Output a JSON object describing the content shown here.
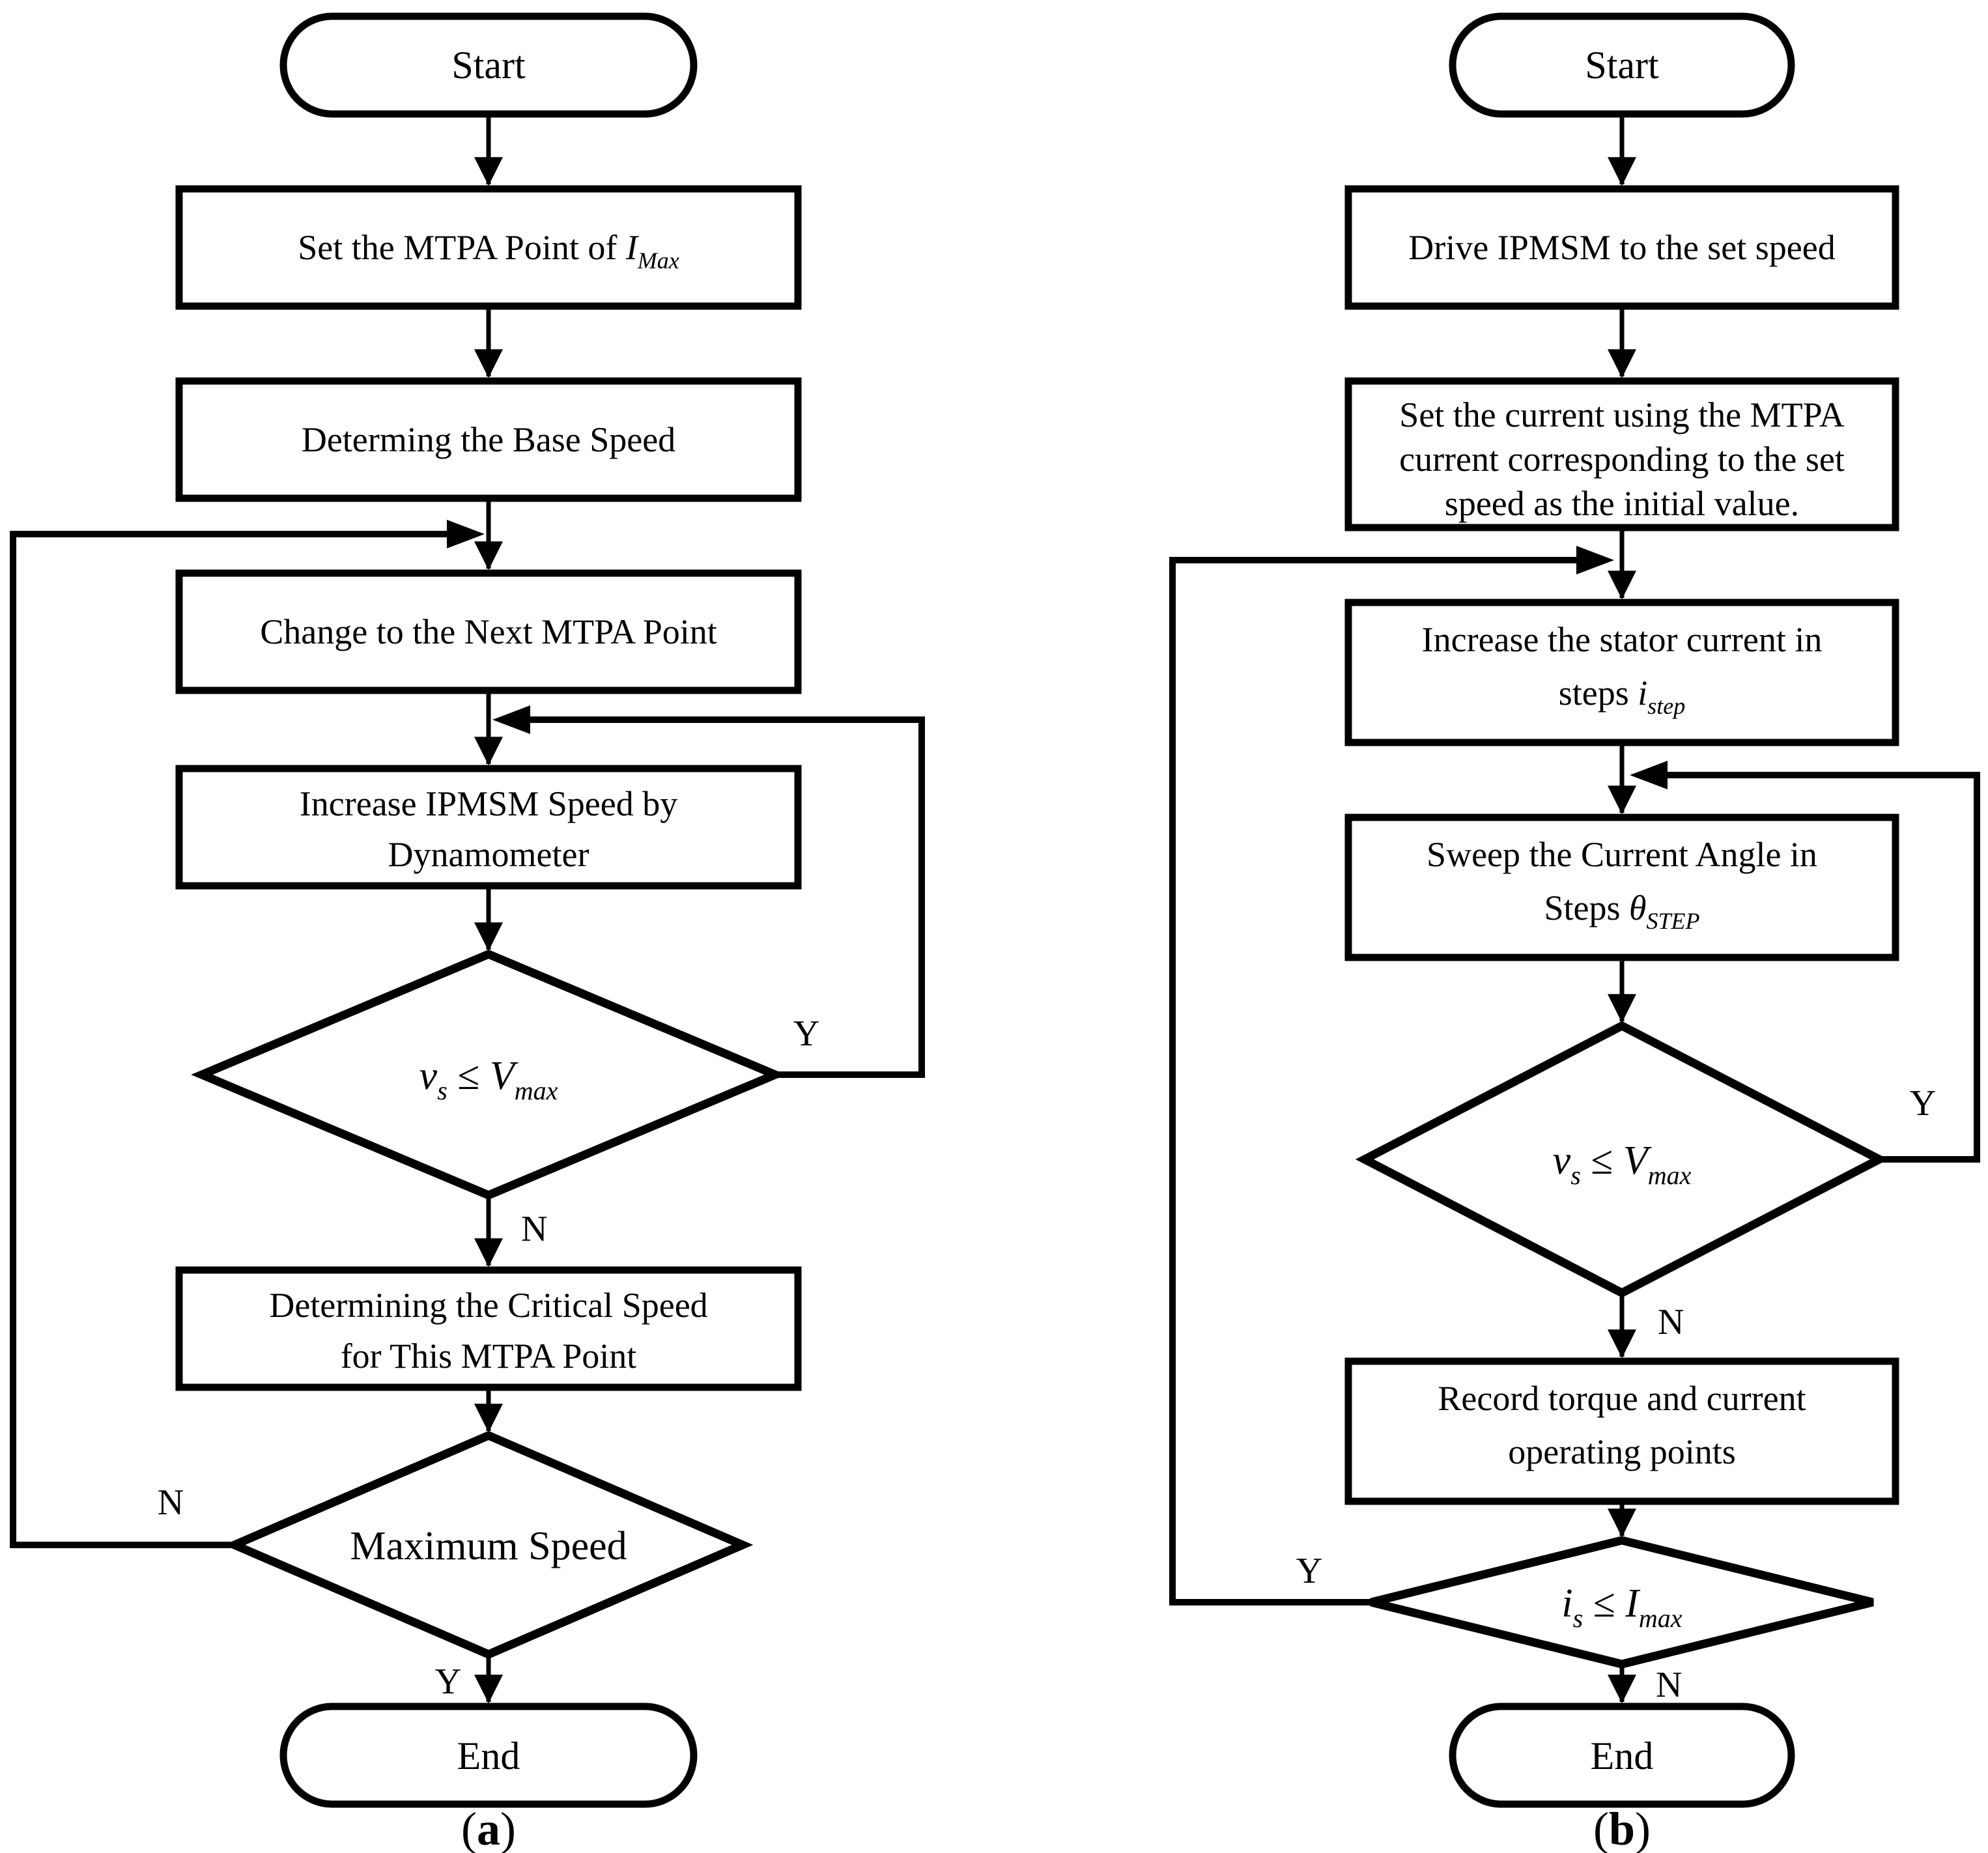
{
  "figure": {
    "panel_a": {
      "caption": {
        "open": "(",
        "letter": "a",
        "close": ")"
      },
      "terminals": {
        "start": "Start",
        "end": "End"
      },
      "edge_labels": {
        "yes": "Y",
        "no": "N"
      },
      "nodes": {
        "set_mtpa": {
          "text": "Set the MTPA Point of ",
          "var": "I",
          "sub": "Max"
        },
        "base_speed": "Determing the Base Speed",
        "next_mtpa": "Change to the Next MTPA Point",
        "increase_speed": {
          "line1": "Increase IPMSM Speed by",
          "line2": "Dynamometer"
        },
        "voltage_check": {
          "lhs": "v",
          "lhs_sub": "s",
          "op": " ≤ ",
          "rhs": "V",
          "rhs_sub": "max"
        },
        "critical_speed": {
          "line1": "Determining the Critical Speed",
          "line2": "for This MTPA Point"
        },
        "max_speed_check": "Maximum Speed"
      }
    },
    "panel_b": {
      "caption": {
        "open": "(",
        "letter": "b",
        "close": ")"
      },
      "terminals": {
        "start": "Start",
        "end": "End"
      },
      "edge_labels": {
        "yes": "Y",
        "no": "N"
      },
      "nodes": {
        "drive": "Drive IPMSM to the set speed",
        "set_current": {
          "line1": "Set the current using the MTPA",
          "line2": "current corresponding to the set",
          "line3": "speed as the initial value."
        },
        "increase_current": {
          "line1": "Increase the stator current in",
          "text": "steps ",
          "var": "i",
          "sub": "step"
        },
        "sweep_angle": {
          "line1": "Sweep the Current Angle in",
          "text": "Steps ",
          "var": "θ",
          "sub": "STEP"
        },
        "voltage_check": {
          "lhs": "v",
          "lhs_sub": "s",
          "op": " ≤ ",
          "rhs": "V",
          "rhs_sub": "max"
        },
        "record": {
          "line1": "Record torque and current",
          "line2": "operating points"
        },
        "current_check": {
          "lhs": "i",
          "lhs_sub": "s",
          "op": " ≤ ",
          "rhs": "I",
          "rhs_sub": "max"
        }
      }
    }
  }
}
